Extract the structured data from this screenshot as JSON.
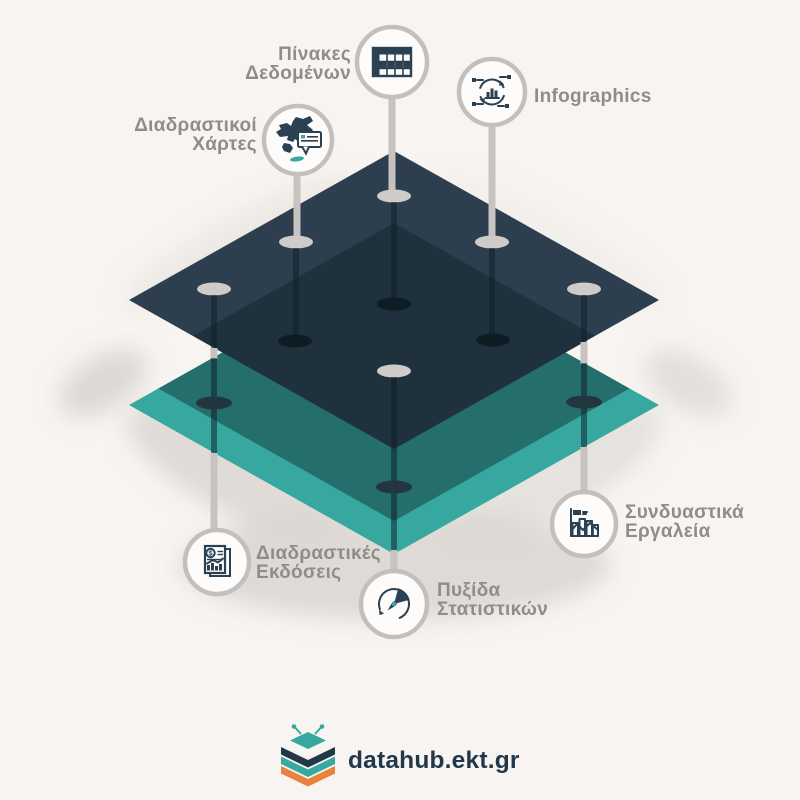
{
  "nodes": [
    {
      "id": "data-tables",
      "lines": [
        "Πίνακες",
        "Δεδομένων"
      ]
    },
    {
      "id": "interactive-maps",
      "lines": [
        "Διαδραστικοί",
        "Χάρτες"
      ]
    },
    {
      "id": "infographics",
      "lines": [
        "Infographics"
      ]
    },
    {
      "id": "interactive-publications",
      "lines": [
        "Διαδραστικές",
        "Εκδόσεις"
      ]
    },
    {
      "id": "statistics-compass",
      "lines": [
        "Πυξίδα",
        "Στατιστικών"
      ]
    },
    {
      "id": "combination-tools",
      "lines": [
        "Συνδυαστικά",
        "Εργαλεία"
      ]
    }
  ],
  "footer": {
    "brand": "datahub.ekt.gr"
  },
  "icons": {
    "dollar_glyph": "$"
  },
  "colors": {
    "background": "#f7f4f1",
    "top_layer_navy": "#2d3f4f",
    "layer_shade_overlay": "rgba(13,30,36,0.42)",
    "bottom_layer_teal": "#36a89f",
    "pin_gray": "#c6c3c0",
    "pin_foot_gray": "#cecbc8",
    "pin_hole_dark": "#0e1c24",
    "teal_hole_dark": "#23363f",
    "icon_navy": "#2a4053",
    "accent_teal": "#36a89f",
    "label_gray": "#8f8d8b",
    "brand_navy": "#21384c",
    "logo_orange": "#e8823d",
    "badge_border": "#c2bfbc"
  }
}
